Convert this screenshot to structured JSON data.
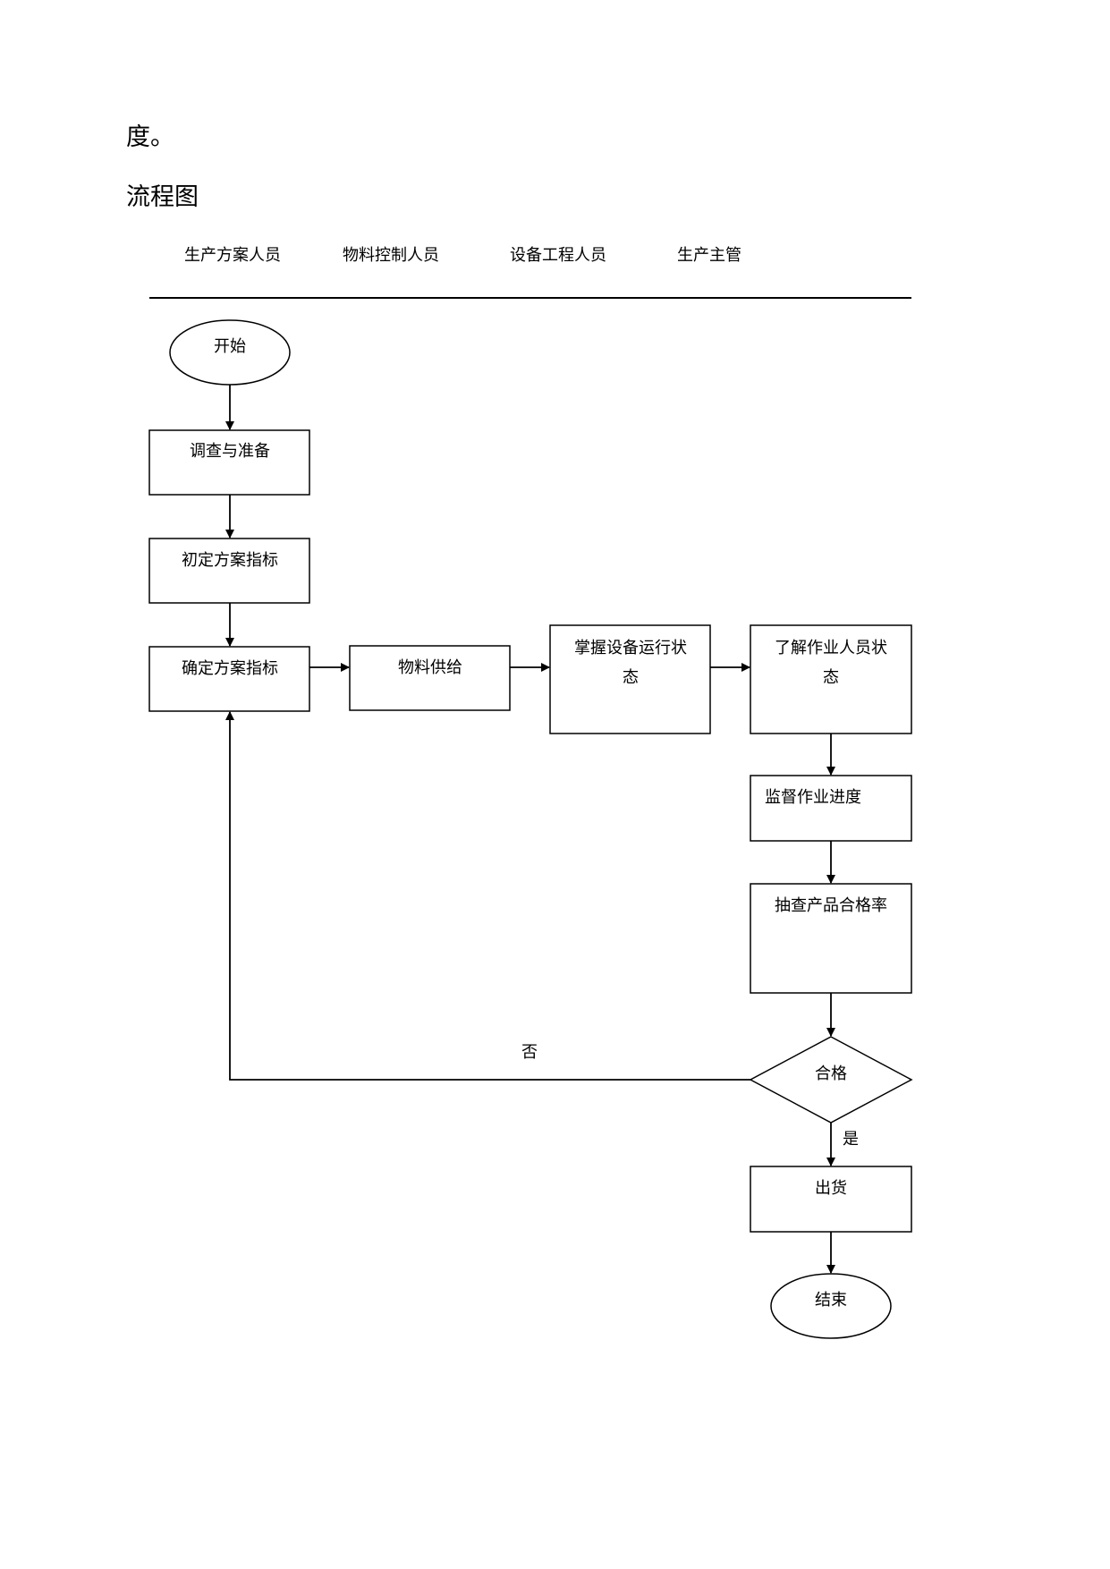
{
  "text_top": "度。",
  "section_title": "流程图",
  "lanes": [
    "生产方案人员",
    "物料控制人员",
    "设备工程人员",
    "生产主管"
  ],
  "nodes": {
    "start": "开始",
    "survey": "调查与准备",
    "draft": "初定方案指标",
    "confirm": "确定方案指标",
    "supply": "物料供给",
    "equipment": [
      "掌握设备运行状",
      "态"
    ],
    "staff": [
      "了解作业人员状",
      "态"
    ],
    "monitor": "监督作业进度",
    "inspect": "抽查产品合格率",
    "decision": "合格",
    "ship": "出货",
    "end": "结束"
  },
  "edge_labels": {
    "no": "否",
    "yes": "是"
  }
}
